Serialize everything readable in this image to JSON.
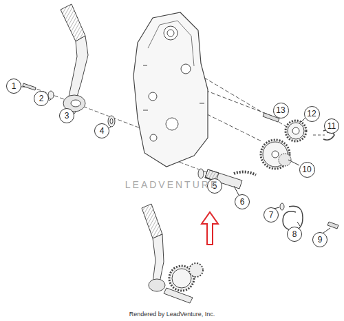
{
  "diagram": {
    "nodes": [
      {
        "text": [
          "1"
        ]
      },
      {
        "text": [
          "2"
        ]
      },
      {
        "text": [
          "3"
        ]
      },
      {
        "text": [
          "4"
        ]
      },
      {
        "text": [
          "5"
        ]
      },
      {
        "text": [
          "6"
        ]
      },
      {
        "text": [
          "7"
        ]
      },
      {
        "text": [
          "8"
        ]
      },
      {
        "text": [
          "9"
        ]
      },
      {
        "text": [
          "10"
        ]
      },
      {
        "text": [
          "11"
        ]
      },
      {
        "text": [
          "12"
        ]
      },
      {
        "text": [
          "13"
        ]
      }
    ],
    "labels": [
      "LEADVENTURE",
      "Rendered by LeadVenture, Inc."
    ]
  }
}
